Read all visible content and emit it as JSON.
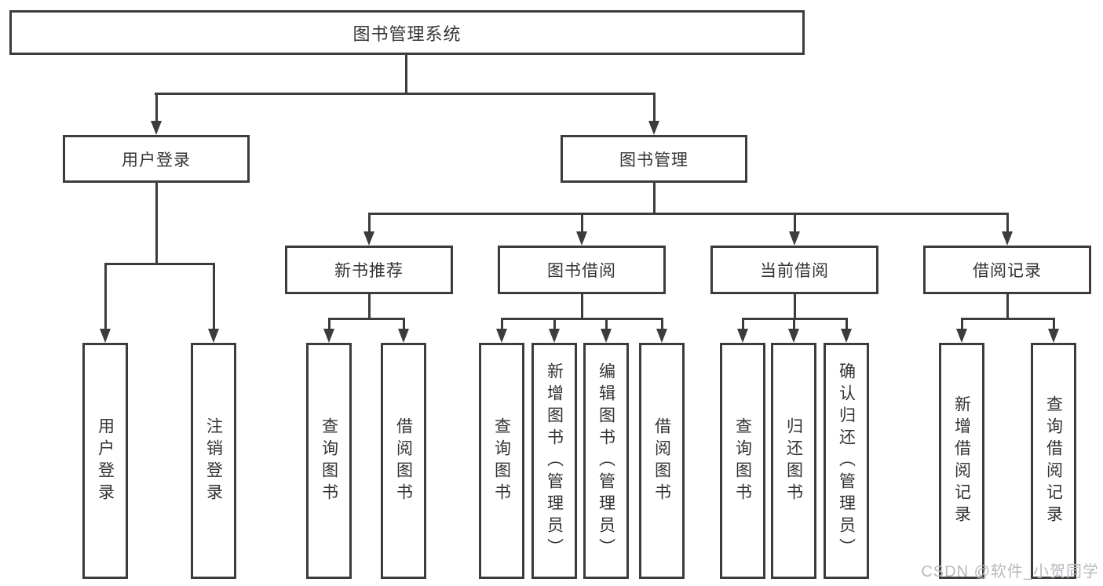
{
  "tree": {
    "root": "图书管理系统",
    "branches": [
      {
        "label": "用户登录",
        "children": [
          "用户登录",
          "注销登录"
        ]
      },
      {
        "label": "图书管理",
        "groups": [
          {
            "label": "新书推荐",
            "children": [
              "查询图书",
              "借阅图书"
            ]
          },
          {
            "label": "图书借阅",
            "children": [
              "查询图书",
              "新增图书（管理员）",
              "编辑图书（管理员）",
              "借阅图书"
            ]
          },
          {
            "label": "当前借阅",
            "children": [
              "查询图书",
              "归还图书",
              "确认归还（管理员）"
            ]
          },
          {
            "label": "借阅记录",
            "children": [
              "新增借阅记录",
              "查询借阅记录"
            ]
          }
        ]
      }
    ]
  },
  "watermark": {
    "text": "CSDN @软件_小贺同学",
    "color": "#b5b9bd"
  },
  "colors": {
    "line": "#3c3c3c",
    "text": "#333333",
    "box_fill": "#ffffff",
    "background": "#ffffff"
  }
}
